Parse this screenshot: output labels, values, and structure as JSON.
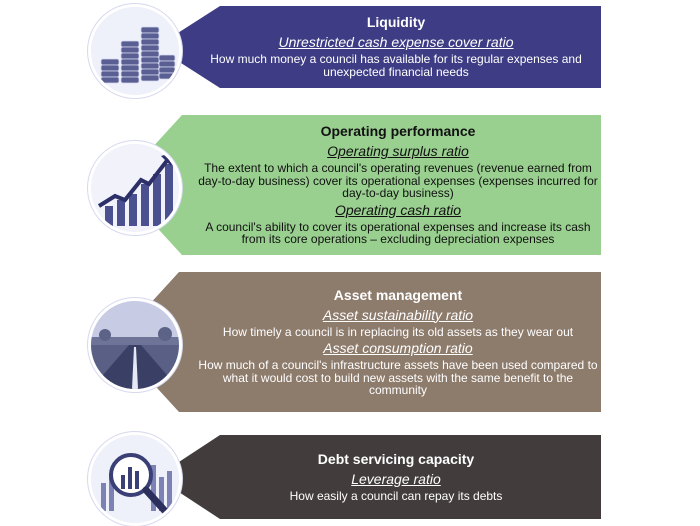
{
  "panels": [
    {
      "title": "Liquidity",
      "metrics": [
        {
          "name": "Unrestricted cash expense cover ratio",
          "description": "How much money a council has available for its regular expenses and unexpected financial needs"
        }
      ],
      "color": "#3d3c84",
      "icon": "coins-icon"
    },
    {
      "title": "Operating performance",
      "metrics": [
        {
          "name": "Operating surplus ratio",
          "description": "The extent to which a council's operating revenues (revenue earned from day-to-day business) cover its operational expenses (expenses incurred for day-to-day business)"
        },
        {
          "name": "Operating cash ratio",
          "description": "A council's ability to cover its operational expenses and increase its cash from its core operations – excluding depreciation expenses"
        }
      ],
      "color": "#99cf8f",
      "icon": "growth-chart-icon"
    },
    {
      "title": "Asset management",
      "metrics": [
        {
          "name": "Asset sustainability ratio",
          "description": "How timely a council is in replacing its old assets as they wear out"
        },
        {
          "name": "Asset consumption ratio",
          "description": "How much of a council's infrastructure assets have been used compared to what it would cost to build new assets with the same benefit to the community"
        }
      ],
      "color": "#8d7b6c",
      "icon": "road-icon"
    },
    {
      "title": "Debt servicing capacity",
      "metrics": [
        {
          "name": "Leverage ratio",
          "description": "How easily a council can repay its debts"
        }
      ],
      "color": "#423c3d",
      "icon": "magnifier-chart-icon"
    }
  ]
}
